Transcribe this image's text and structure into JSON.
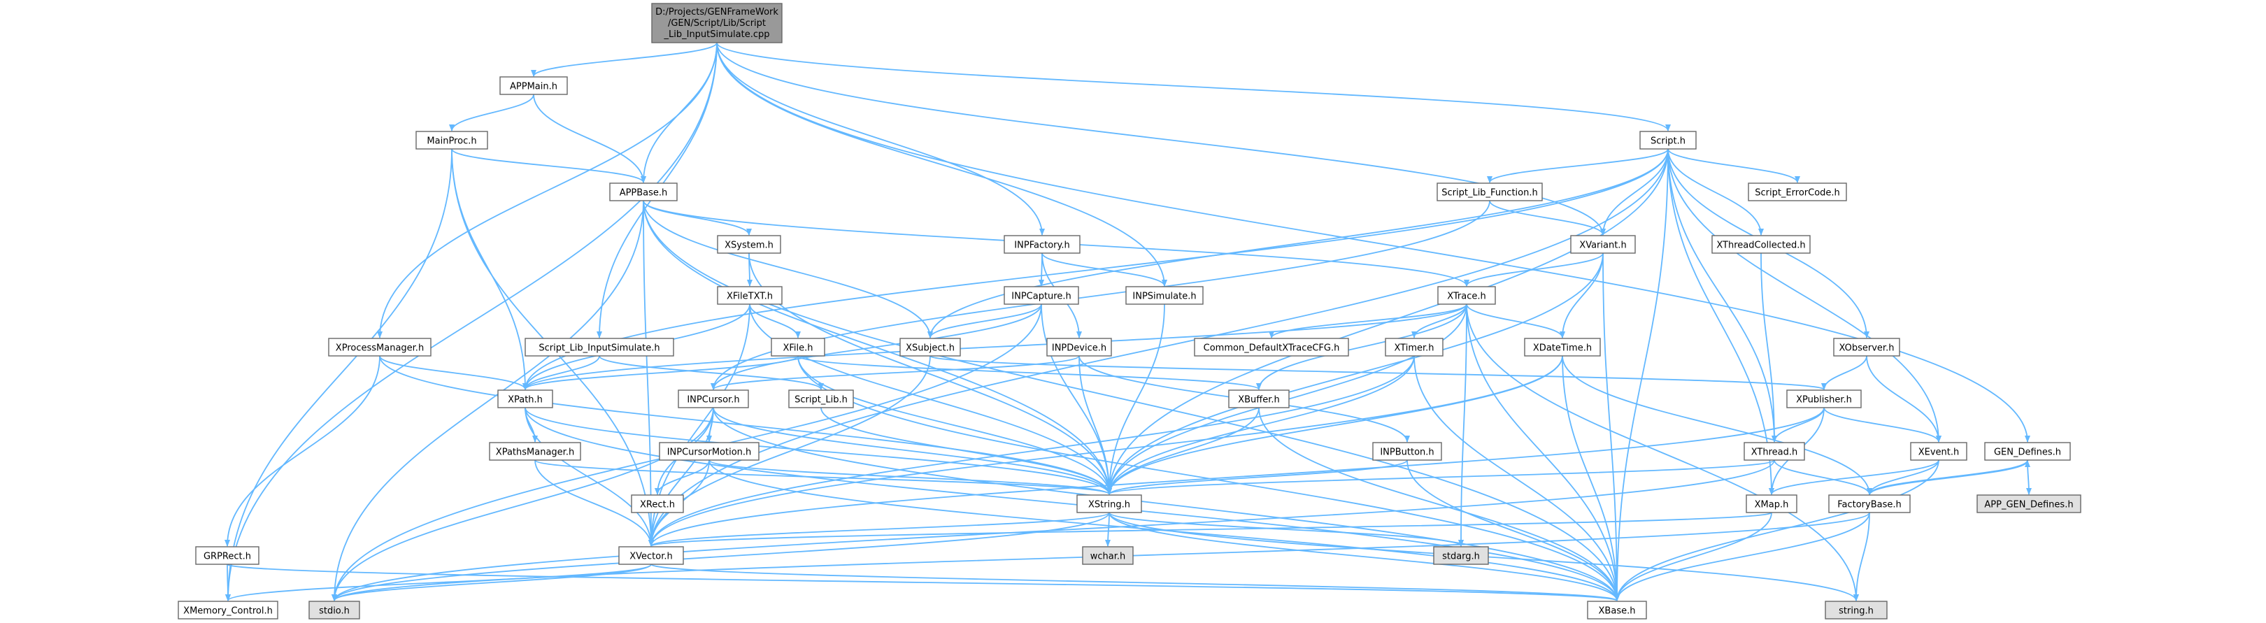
{
  "colors": {
    "edge": "#63B8FF",
    "node_fill": "#FFFFFF",
    "node_fill_system": "#E0E0E0",
    "node_fill_root": "#999999",
    "node_border": "#666666"
  },
  "nodes": [
    {
      "id": "root",
      "label": "D:/Projects/GENFrameWork/GEN/Script/Lib/Script_Lib_InputSimulate.cpp",
      "lines": [
        "D:/Projects/GENFrameWork",
        "/GEN/Script/Lib/Script",
        "_Lib_InputSimulate.cpp"
      ],
      "kind": "root"
    },
    {
      "id": "appmain",
      "label": "APPMain.h",
      "kind": "header"
    },
    {
      "id": "mainproc",
      "label": "MainProc.h",
      "kind": "header"
    },
    {
      "id": "appbase",
      "label": "APPBase.h",
      "kind": "header"
    },
    {
      "id": "xsystem",
      "label": "XSystem.h",
      "kind": "header"
    },
    {
      "id": "xfiletxt",
      "label": "XFileTXT.h",
      "kind": "header"
    },
    {
      "id": "xfile",
      "label": "XFile.h",
      "kind": "header"
    },
    {
      "id": "xprocessmanager",
      "label": "XProcessManager.h",
      "kind": "header"
    },
    {
      "id": "scriptlibinputsim",
      "label": "Script_Lib_InputSimulate.h",
      "kind": "header"
    },
    {
      "id": "scriptlib",
      "label": "Script_Lib.h",
      "kind": "header"
    },
    {
      "id": "xpath",
      "label": "XPath.h",
      "kind": "header"
    },
    {
      "id": "xpathsmanager",
      "label": "XPathsManager.h",
      "kind": "header"
    },
    {
      "id": "grprect",
      "label": "GRPRect.h",
      "kind": "header"
    },
    {
      "id": "xmemorycontrol",
      "label": "XMemory_Control.h",
      "kind": "header"
    },
    {
      "id": "stdio",
      "label": "stdio.h",
      "kind": "system"
    },
    {
      "id": "xvector",
      "label": "XVector.h",
      "kind": "header"
    },
    {
      "id": "xrect",
      "label": "XRect.h",
      "kind": "header"
    },
    {
      "id": "inpcursormotion",
      "label": "INPCursorMotion.h",
      "kind": "header"
    },
    {
      "id": "inpcursor",
      "label": "INPCursor.h",
      "kind": "header"
    },
    {
      "id": "inpfactory",
      "label": "INPFactory.h",
      "kind": "header"
    },
    {
      "id": "inpcapture",
      "label": "INPCapture.h",
      "kind": "header"
    },
    {
      "id": "inpdevice",
      "label": "INPDevice.h",
      "kind": "header"
    },
    {
      "id": "inpsimulate",
      "label": "INPSimulate.h",
      "kind": "header"
    },
    {
      "id": "xsubject",
      "label": "XSubject.h",
      "kind": "header"
    },
    {
      "id": "xstring",
      "label": "XString.h",
      "kind": "header"
    },
    {
      "id": "wchar",
      "label": "wchar.h",
      "kind": "system"
    },
    {
      "id": "stdarg",
      "label": "stdarg.h",
      "kind": "system"
    },
    {
      "id": "inpbutton",
      "label": "INPButton.h",
      "kind": "header"
    },
    {
      "id": "xbuffer",
      "label": "XBuffer.h",
      "kind": "header"
    },
    {
      "id": "xtimer",
      "label": "XTimer.h",
      "kind": "header"
    },
    {
      "id": "commondefault",
      "label": "Common_DefaultXTraceCFG.h",
      "kind": "header"
    },
    {
      "id": "xtrace",
      "label": "XTrace.h",
      "kind": "header"
    },
    {
      "id": "xdatetime",
      "label": "XDateTime.h",
      "kind": "header"
    },
    {
      "id": "xvariant",
      "label": "XVariant.h",
      "kind": "header"
    },
    {
      "id": "scriptlibfunction",
      "label": "Script_Lib_Function.h",
      "kind": "header"
    },
    {
      "id": "script",
      "label": "Script.h",
      "kind": "header"
    },
    {
      "id": "scripterrorcode",
      "label": "Script_ErrorCode.h",
      "kind": "header"
    },
    {
      "id": "xthreadcollected",
      "label": "XThreadCollected.h",
      "kind": "header"
    },
    {
      "id": "xobserver",
      "label": "XObserver.h",
      "kind": "header"
    },
    {
      "id": "xpublisher",
      "label": "XPublisher.h",
      "kind": "header"
    },
    {
      "id": "xthread",
      "label": "XThread.h",
      "kind": "header"
    },
    {
      "id": "xevent",
      "label": "XEvent.h",
      "kind": "header"
    },
    {
      "id": "xmap",
      "label": "XMap.h",
      "kind": "header"
    },
    {
      "id": "factorybase",
      "label": "FactoryBase.h",
      "kind": "header"
    },
    {
      "id": "gendefines",
      "label": "GEN_Defines.h",
      "kind": "header"
    },
    {
      "id": "appgendefines",
      "label": "APP_GEN_Defines.h",
      "kind": "system"
    },
    {
      "id": "xbase",
      "label": "XBase.h",
      "kind": "header"
    },
    {
      "id": "string",
      "label": "string.h",
      "kind": "system"
    }
  ],
  "edges": [
    [
      "root",
      "appmain"
    ],
    [
      "root",
      "appbase"
    ],
    [
      "root",
      "xprocessmanager"
    ],
    [
      "root",
      "scriptlibinputsim"
    ],
    [
      "root",
      "inpfactory"
    ],
    [
      "root",
      "inpsimulate"
    ],
    [
      "root",
      "xvariant"
    ],
    [
      "root",
      "script"
    ],
    [
      "root",
      "gendefines"
    ],
    [
      "root",
      "xmemorycontrol"
    ],
    [
      "appmain",
      "mainproc"
    ],
    [
      "appmain",
      "appbase"
    ],
    [
      "mainproc",
      "appbase"
    ],
    [
      "mainproc",
      "xpath"
    ],
    [
      "mainproc",
      "xvector"
    ],
    [
      "mainproc",
      "xmemorycontrol"
    ],
    [
      "appbase",
      "xsystem"
    ],
    [
      "appbase",
      "xsubject"
    ],
    [
      "appbase",
      "xtrace"
    ],
    [
      "appbase",
      "xstring"
    ],
    [
      "appbase",
      "xvector"
    ],
    [
      "appbase",
      "stdio"
    ],
    [
      "appbase",
      "xbase"
    ],
    [
      "xsystem",
      "xfiletxt"
    ],
    [
      "xsystem",
      "xstring"
    ],
    [
      "xfiletxt",
      "xfile"
    ],
    [
      "xfiletxt",
      "xpath"
    ],
    [
      "xfiletxt",
      "xstring"
    ],
    [
      "xfiletxt",
      "xvector"
    ],
    [
      "xfile",
      "xpath"
    ],
    [
      "xfile",
      "xbuffer"
    ],
    [
      "xfile",
      "xbase"
    ],
    [
      "xfile",
      "xstring"
    ],
    [
      "xprocessmanager",
      "xpath"
    ],
    [
      "xprocessmanager",
      "xstring"
    ],
    [
      "xprocessmanager",
      "grprect"
    ],
    [
      "scriptlibinputsim",
      "xpath"
    ],
    [
      "scriptlibinputsim",
      "scriptlib"
    ],
    [
      "scriptlib",
      "xstring"
    ],
    [
      "xpath",
      "xpathsmanager"
    ],
    [
      "xpath",
      "xstring"
    ],
    [
      "xpath",
      "xvector"
    ],
    [
      "xpath",
      "xbase"
    ],
    [
      "xpathsmanager",
      "xvector"
    ],
    [
      "xpathsmanager",
      "xstring"
    ],
    [
      "grprect",
      "xmemorycontrol"
    ],
    [
      "grprect",
      "xbase"
    ],
    [
      "xvector",
      "xbase"
    ],
    [
      "xvector",
      "stdio"
    ],
    [
      "xvector",
      "xmemorycontrol"
    ],
    [
      "inpcursormotion",
      "xrect"
    ],
    [
      "inpcursormotion",
      "xvector"
    ],
    [
      "inpcursormotion",
      "xstring"
    ],
    [
      "inpcursormotion",
      "xbase"
    ],
    [
      "inpcursor",
      "inpcursormotion"
    ],
    [
      "inpcursor",
      "xrect"
    ],
    [
      "inpcursor",
      "xvector"
    ],
    [
      "inpcursor",
      "xstring"
    ],
    [
      "inpcursor",
      "stdio"
    ],
    [
      "inpcursor",
      "xbase"
    ],
    [
      "inpfactory",
      "inpcapture"
    ],
    [
      "inpfactory",
      "inpsimulate"
    ],
    [
      "inpfactory",
      "inpdevice"
    ],
    [
      "inpcapture",
      "xsubject"
    ],
    [
      "inpcapture",
      "xstring"
    ],
    [
      "inpcapture",
      "inpcursor"
    ],
    [
      "inpcapture",
      "stdio"
    ],
    [
      "inpdevice",
      "inpcursor"
    ],
    [
      "inpdevice",
      "inpbutton"
    ],
    [
      "inpdevice",
      "xstring"
    ],
    [
      "inpsimulate",
      "xstring"
    ],
    [
      "xsubject",
      "xpublisher"
    ],
    [
      "xsubject",
      "xvector"
    ],
    [
      "xstring",
      "wchar"
    ],
    [
      "xstring",
      "stdarg"
    ],
    [
      "xstring",
      "xvector"
    ],
    [
      "xstring",
      "xbase"
    ],
    [
      "xstring",
      "string"
    ],
    [
      "xstring",
      "stdio"
    ],
    [
      "inpbutton",
      "xstring"
    ],
    [
      "inpbutton",
      "xbase"
    ],
    [
      "xbuffer",
      "xstring"
    ],
    [
      "xbuffer",
      "xbase"
    ],
    [
      "xtimer",
      "xstring"
    ],
    [
      "xtimer",
      "xvector"
    ],
    [
      "xtimer",
      "xbase"
    ],
    [
      "xtrace",
      "commondefault"
    ],
    [
      "xtrace",
      "xtimer"
    ],
    [
      "xtrace",
      "xdatetime"
    ],
    [
      "xtrace",
      "xbuffer"
    ],
    [
      "xtrace",
      "xstring"
    ],
    [
      "xtrace",
      "stdarg"
    ],
    [
      "xtrace",
      "xbase"
    ],
    [
      "xtrace",
      "string"
    ],
    [
      "xtrace",
      "xpath"
    ],
    [
      "xdatetime",
      "xstring"
    ],
    [
      "xdatetime",
      "factorybase"
    ],
    [
      "xdatetime",
      "xbase"
    ],
    [
      "xdatetime",
      "xvector"
    ],
    [
      "xvariant",
      "xtrace"
    ],
    [
      "xvariant",
      "xdatetime"
    ],
    [
      "xvariant",
      "xstring"
    ],
    [
      "xvariant",
      "xbase"
    ],
    [
      "scriptlibfunction",
      "xvariant"
    ],
    [
      "scriptlibfunction",
      "inpcursor"
    ],
    [
      "script",
      "scriptlibfunction"
    ],
    [
      "script",
      "scripterrorcode"
    ],
    [
      "script",
      "xthreadcollected"
    ],
    [
      "script",
      "xobserver"
    ],
    [
      "script",
      "xvariant"
    ],
    [
      "script",
      "xsubject"
    ],
    [
      "script",
      "xthread"
    ],
    [
      "script",
      "xevent"
    ],
    [
      "script",
      "xpath"
    ],
    [
      "script",
      "xstring"
    ],
    [
      "script",
      "xbase"
    ],
    [
      "script",
      "xvector"
    ],
    [
      "script",
      "xmap"
    ],
    [
      "xthreadcollected",
      "xthread"
    ],
    [
      "xobserver",
      "xpublisher"
    ],
    [
      "xobserver",
      "xevent"
    ],
    [
      "xpublisher",
      "xthread"
    ],
    [
      "xpublisher",
      "xevent"
    ],
    [
      "xpublisher",
      "xmap"
    ],
    [
      "xpublisher",
      "xvector"
    ],
    [
      "xthread",
      "xstring"
    ],
    [
      "xthread",
      "factorybase"
    ],
    [
      "xthread",
      "stdio"
    ],
    [
      "xevent",
      "xmap"
    ],
    [
      "xevent",
      "factorybase"
    ],
    [
      "xevent",
      "xbase"
    ],
    [
      "xmap",
      "xvector"
    ],
    [
      "xmap",
      "xbase"
    ],
    [
      "factorybase",
      "gendefines"
    ],
    [
      "factorybase",
      "xbase"
    ],
    [
      "factorybase",
      "string"
    ],
    [
      "factorybase",
      "stdio"
    ],
    [
      "gendefines",
      "appgendefines"
    ],
    [
      "gendefines",
      "factorybase"
    ]
  ]
}
